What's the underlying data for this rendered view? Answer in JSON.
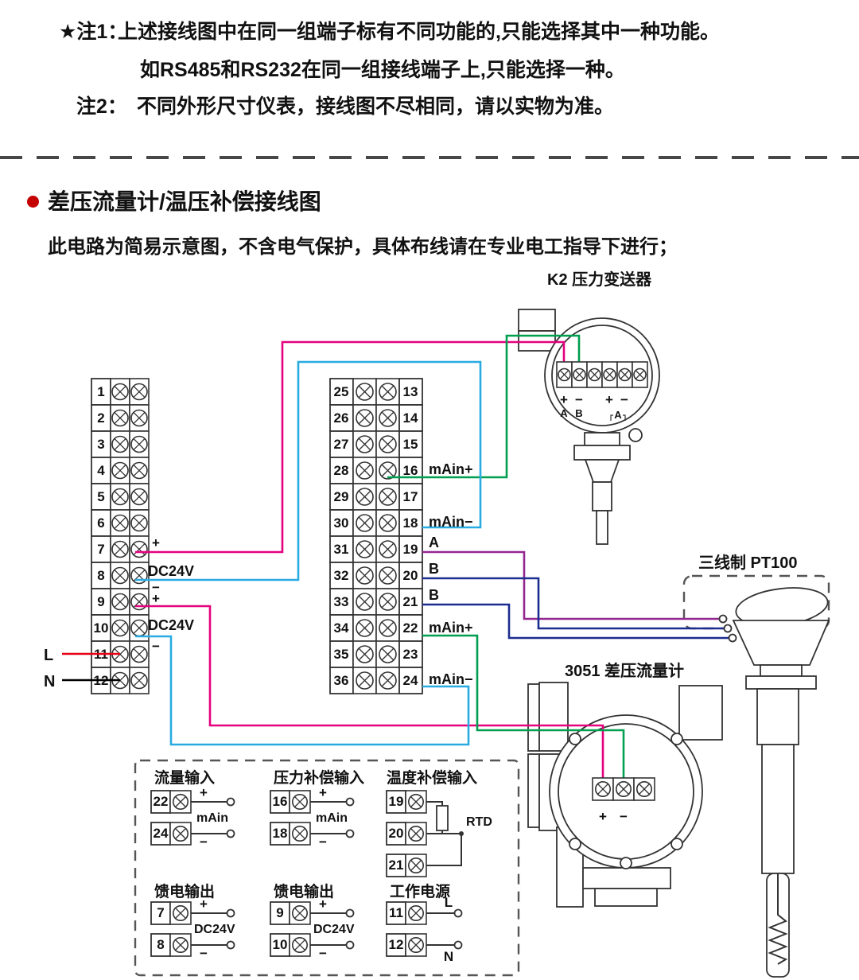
{
  "notes": {
    "note1_label": "★注1：",
    "note1_line1": "上述接线图中在同一组端子标有不同功能的,只能选择其中一种功能。",
    "note1_line2": "如RS485和RS232在同一组接线端子上,只能选择一种。",
    "note2_label": "注2：",
    "note2_text": "不同外形尺寸仪表，接线图不尽相同，请以实物为准。"
  },
  "section": {
    "title": "差压流量计/温压补偿接线图",
    "subtitle": "此电路为简易示意图，不含电气保护，具体布线请在专业电工指导下进行；"
  },
  "colors": {
    "bullet_red": "#c40000",
    "wire_red": "#e60012",
    "wire_black": "#000000",
    "wire_magenta": "#e5007d",
    "wire_cyan": "#29abe2",
    "wire_green": "#009e4f",
    "wire_navy": "#1b2d8f",
    "wire_purple": "#93278f",
    "line": "#333333"
  },
  "left_block": {
    "terminals": [
      "1",
      "2",
      "3",
      "4",
      "5",
      "6",
      "7",
      "8",
      "9",
      "10",
      "11",
      "12"
    ],
    "dc24v_top": {
      "plus": "+",
      "label": "DC24V",
      "minus": "−"
    },
    "dc24v_bottom": {
      "plus": "+",
      "label": "DC24V",
      "minus": "−"
    },
    "line_live": "L",
    "line_neutral": "N"
  },
  "middle_block": {
    "left_terminals": [
      "25",
      "26",
      "27",
      "28",
      "29",
      "30",
      "31",
      "32",
      "33",
      "34",
      "35",
      "36"
    ],
    "right_terminals": [
      "13",
      "14",
      "15",
      "16",
      "17",
      "18",
      "19",
      "20",
      "21",
      "22",
      "23",
      "24"
    ],
    "signal_labels": {
      "t16": "mAin+",
      "t18": "mAin−",
      "t19": "A",
      "t20": "B",
      "t21": "B",
      "t22": "mAin+",
      "t24": "mAin−"
    }
  },
  "transmitter": {
    "label": "K2 压力变送器",
    "terminal_marks": [
      "+",
      "−",
      "+",
      "−"
    ],
    "sub_marks": [
      "A",
      "B",
      "A"
    ]
  },
  "dp_meter": {
    "label": "3051 差压流量计",
    "plus": "+",
    "minus": "−"
  },
  "pt100": {
    "label": "三线制  PT100"
  },
  "bottom_panel": {
    "flow": {
      "title": "流量输入",
      "t_top": "22",
      "t_bottom": "24",
      "plus": "+",
      "minus": "−",
      "mid": "mAin"
    },
    "pressure": {
      "title": "压力补偿输入",
      "t_top": "16",
      "t_bottom": "18",
      "plus": "+",
      "minus": "−",
      "mid": "mAin"
    },
    "temperature": {
      "title": "温度补偿输入",
      "t1": "19",
      "t2": "20",
      "t3": "21",
      "rtd": "RTD"
    },
    "feed1": {
      "title": "馈电输出",
      "t_top": "7",
      "t_bottom": "8",
      "plus": "+",
      "minus": "−",
      "mid": "DC24V"
    },
    "feed2": {
      "title": "馈电输出",
      "t_top": "9",
      "t_bottom": "10",
      "plus": "+",
      "minus": "−",
      "mid": "DC24V"
    },
    "power": {
      "title": "工作电源",
      "t_top": "11",
      "t_bottom": "12",
      "live": "L",
      "neutral": "N"
    }
  }
}
